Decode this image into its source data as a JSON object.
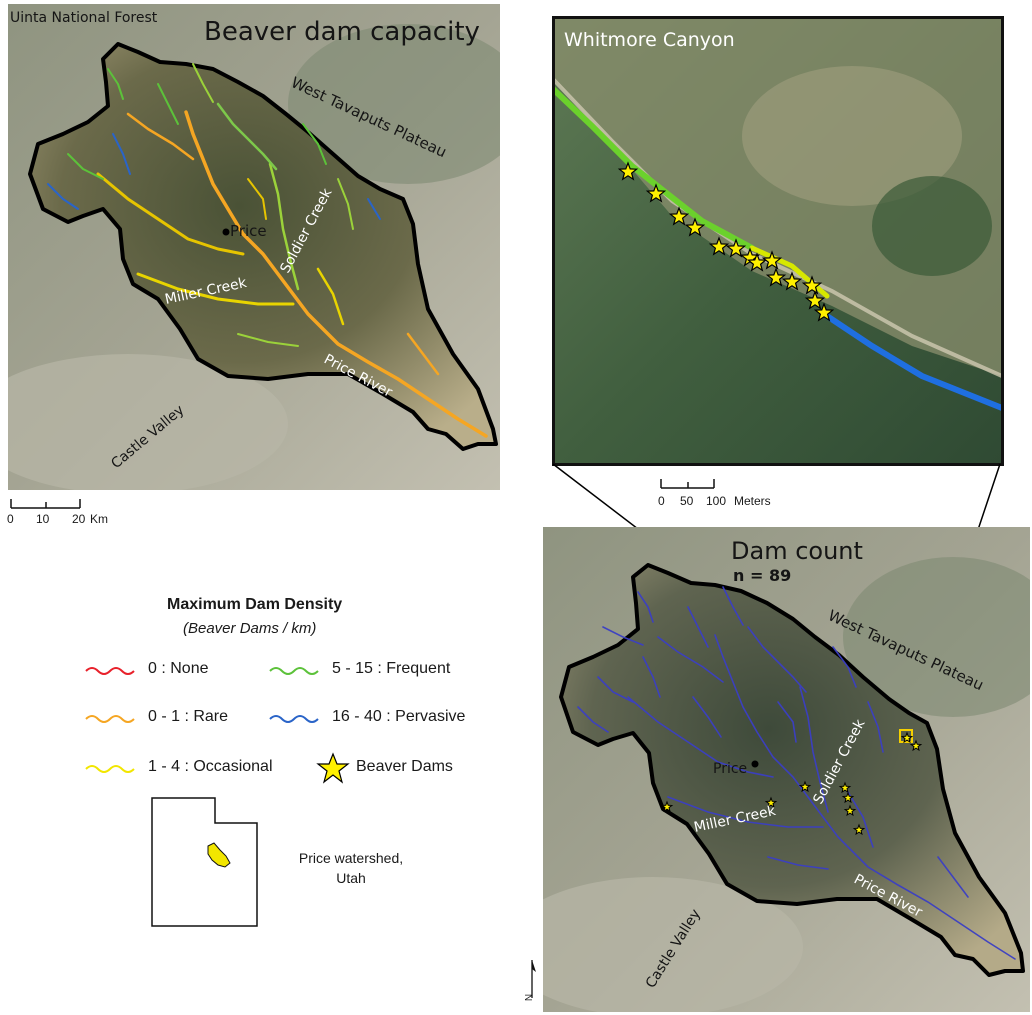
{
  "left_map": {
    "title": "Beaver dam capacity",
    "forest_label": "Uinta National Forest",
    "plateau_label": "West Tavaputs Plateau",
    "city_label": "Price",
    "soldier_label": "Soldier Creek",
    "miller_label": "Miller Creek",
    "river_label": "Price River",
    "castle_label": "Castle Valley",
    "scale": {
      "ticks": [
        "0",
        "10",
        "20"
      ],
      "unit": "Km"
    }
  },
  "inset": {
    "title": "Whitmore Canyon",
    "scale": {
      "ticks": [
        "0",
        "50",
        "100"
      ],
      "unit": "Meters"
    }
  },
  "right_map": {
    "title": "Dam count",
    "count": "n = 89",
    "plateau_label": "West Tavaputs Plateau",
    "city_label": "Price",
    "soldier_label": "Soldier Creek",
    "miller_label": "Miller Creek",
    "river_label": "Price River",
    "castle_label": "Castle Valley",
    "north_label": "N"
  },
  "legend": {
    "title": "Maximum Dam Density",
    "subtitle": "(Beaver Dams / km)",
    "items": [
      {
        "label": "0 : None",
        "color": "#e8212b"
      },
      {
        "label": "0 - 1 : Rare",
        "color": "#f5a623"
      },
      {
        "label": "1 - 4 : Occasional",
        "color": "#f2e600"
      },
      {
        "label": "5 - 15 : Frequent",
        "color": "#5cc23a"
      },
      {
        "label": "16 - 40 : Pervasive",
        "color": "#2a64c8"
      }
    ],
    "dams_label": "Beaver Dams",
    "dams_color": "#fff000"
  },
  "locator": {
    "label": "Price watershed, Utah"
  }
}
